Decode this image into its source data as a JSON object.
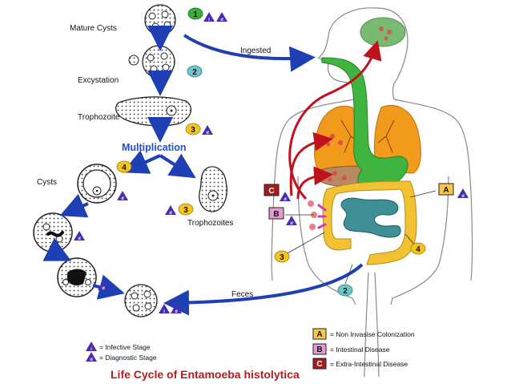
{
  "labels": {
    "mature_cysts": "Mature Cysts",
    "excystation": "Excystation",
    "trophozoite": "Trophozoite",
    "multiplication": "Multiplication",
    "cysts": "Cysts",
    "trophozoites": "Trophozoites",
    "ingested": "Ingested",
    "feces": "Feces"
  },
  "step_numbers": [
    "1",
    "2",
    "3",
    "4",
    "3",
    "2",
    "3",
    "4"
  ],
  "triangle_letters": [
    "i",
    "d"
  ],
  "letter_boxes": [
    {
      "letter": "A",
      "color": "#f5c84b",
      "text_color": "#111111"
    },
    {
      "letter": "B",
      "color": "#e59ad1",
      "text_color": "#111111"
    },
    {
      "letter": "C",
      "color": "#a61c1c",
      "text_color": "#ffffff"
    }
  ],
  "legend": {
    "infective_stage": "= Infective Stage",
    "diagnostic_stage": "= Diagnostic Stage",
    "items": [
      {
        "letter": "A",
        "text": "= Non Invasise Colonization"
      },
      {
        "letter": "B",
        "text": "= Intestinal Disease"
      },
      {
        "letter": "C",
        "text": "= Extra-Intestinal Disease"
      }
    ]
  },
  "caption": "Life Cycle of Entamoeba histolytica",
  "colors": {
    "arrow_blue": "#1f3fb5",
    "arrow_red": "#c0121d",
    "lung_orange": "#f29a1b",
    "gut_green": "#3fb53f",
    "colon_yellow": "#f3c233",
    "small_intestine_teal": "#3f8f98",
    "liver_brown": "#b78a63",
    "brain_green": "#79ba73",
    "step_1": "#34b233",
    "step_2": "#6ec6c9",
    "step_3": "#f4c51f",
    "step_4": "#f4c51f",
    "caption_red": "#b71c1c"
  }
}
